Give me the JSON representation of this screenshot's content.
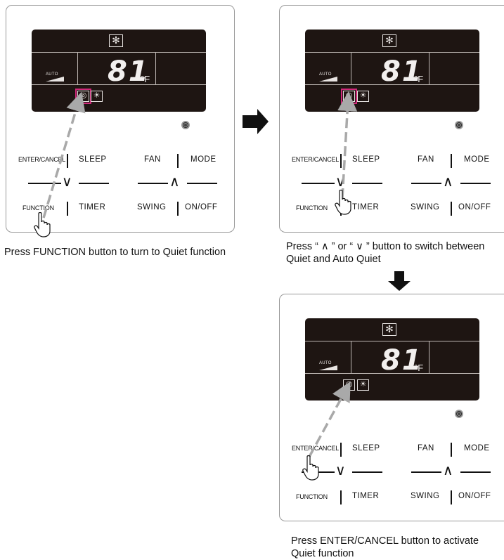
{
  "panels": [
    {
      "auto": "AUTO",
      "temp": "81",
      "unit": "°F",
      "buttons": {
        "enter": "ENTER/CANCEL",
        "sleep": "SLEEP",
        "fan": "FAN",
        "mode": "MODE",
        "function": "FUNCTION",
        "timer": "TIMER",
        "swing": "SWING",
        "onoff": "ON/OFF"
      },
      "caption": "Press FUNCTION button to turn to Quiet function"
    },
    {
      "auto": "AUTO",
      "temp": "81",
      "unit": "°F",
      "buttons": {
        "enter": "ENTER/CANCEL",
        "sleep": "SLEEP",
        "fan": "FAN",
        "mode": "MODE",
        "function": "FUNCTION",
        "timer": "TIMER",
        "swing": "SWING",
        "onoff": "ON/OFF"
      },
      "caption_line1": "Press “ ∧ ” or “ ∨ ” button to switch between",
      "caption_line2": "Quiet and Auto Quiet"
    },
    {
      "auto": "AUTO",
      "temp": "81",
      "unit": "°F",
      "buttons": {
        "enter": "ENTER/CANCEL",
        "sleep": "SLEEP",
        "fan": "FAN",
        "mode": "MODE",
        "function": "FUNCTION",
        "timer": "TIMER",
        "swing": "SWING",
        "onoff": "ON/OFF"
      },
      "caption_line1": "Press ENTER/CANCEL button to activate",
      "caption_line2": "Quiet function"
    }
  ],
  "icons": {
    "snowflake": "snowflake-icon",
    "quiet": "quiet-icon",
    "light": "light-icon",
    "hand": "pointing-hand-icon",
    "arrow": "arrow-icon",
    "sensor": "sensor-icon"
  },
  "colors": {
    "lcd": "#1e1512",
    "highlight": "#d0297a",
    "dashed_arrow": "#a9a9a9"
  }
}
